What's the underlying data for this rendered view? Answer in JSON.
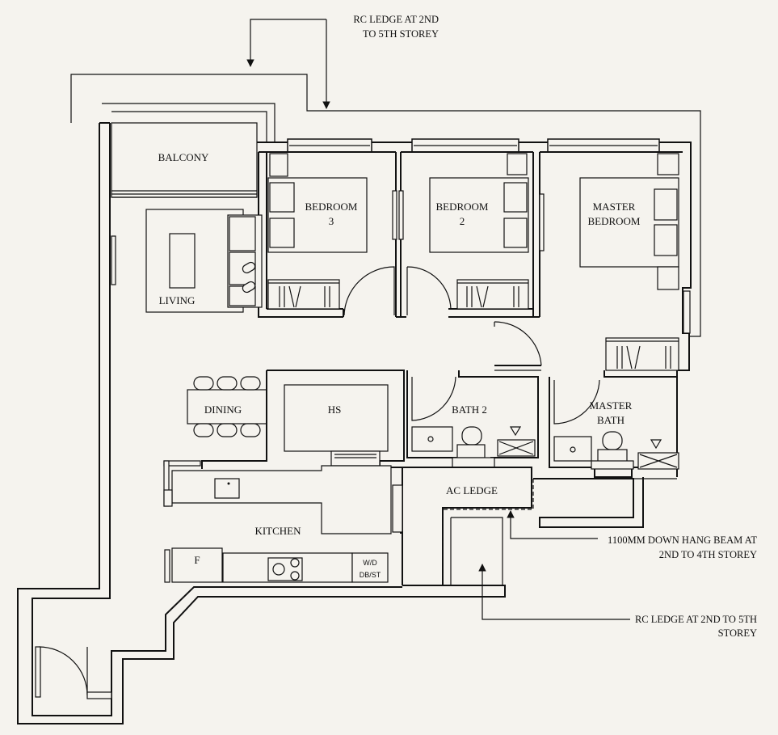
{
  "rooms": {
    "balcony": "BALCONY",
    "bedroom3_line1": "BEDROOM",
    "bedroom3_line2": "3",
    "bedroom2_line1": "BEDROOM",
    "bedroom2_line2": "2",
    "master_bedroom_line1": "MASTER",
    "master_bedroom_line2": "BEDROOM",
    "living": "LIVING",
    "dining": "DINING",
    "hs": "HS",
    "bath2": "BATH 2",
    "master_bath_line1": "MASTER",
    "master_bath_line2": "BATH",
    "ac_ledge": "AC LEDGE",
    "kitchen": "KITCHEN"
  },
  "fixtures": {
    "fridge": "F",
    "wd": "W/D",
    "dbst": "DB/ST"
  },
  "notes": {
    "top_rc_ledge_line1": "RC LEDGE AT 2ND",
    "top_rc_ledge_line2": "TO 5TH STOREY",
    "beam_line1": "1100MM DOWN HANG BEAM AT",
    "beam_line2": "2ND TO 4TH STOREY",
    "bottom_rc_ledge_line1": "RC LEDGE AT 2ND TO 5TH",
    "bottom_rc_ledge_line2": "STOREY"
  },
  "colors": {
    "background": "#f5f3ee",
    "line": "#111111"
  }
}
